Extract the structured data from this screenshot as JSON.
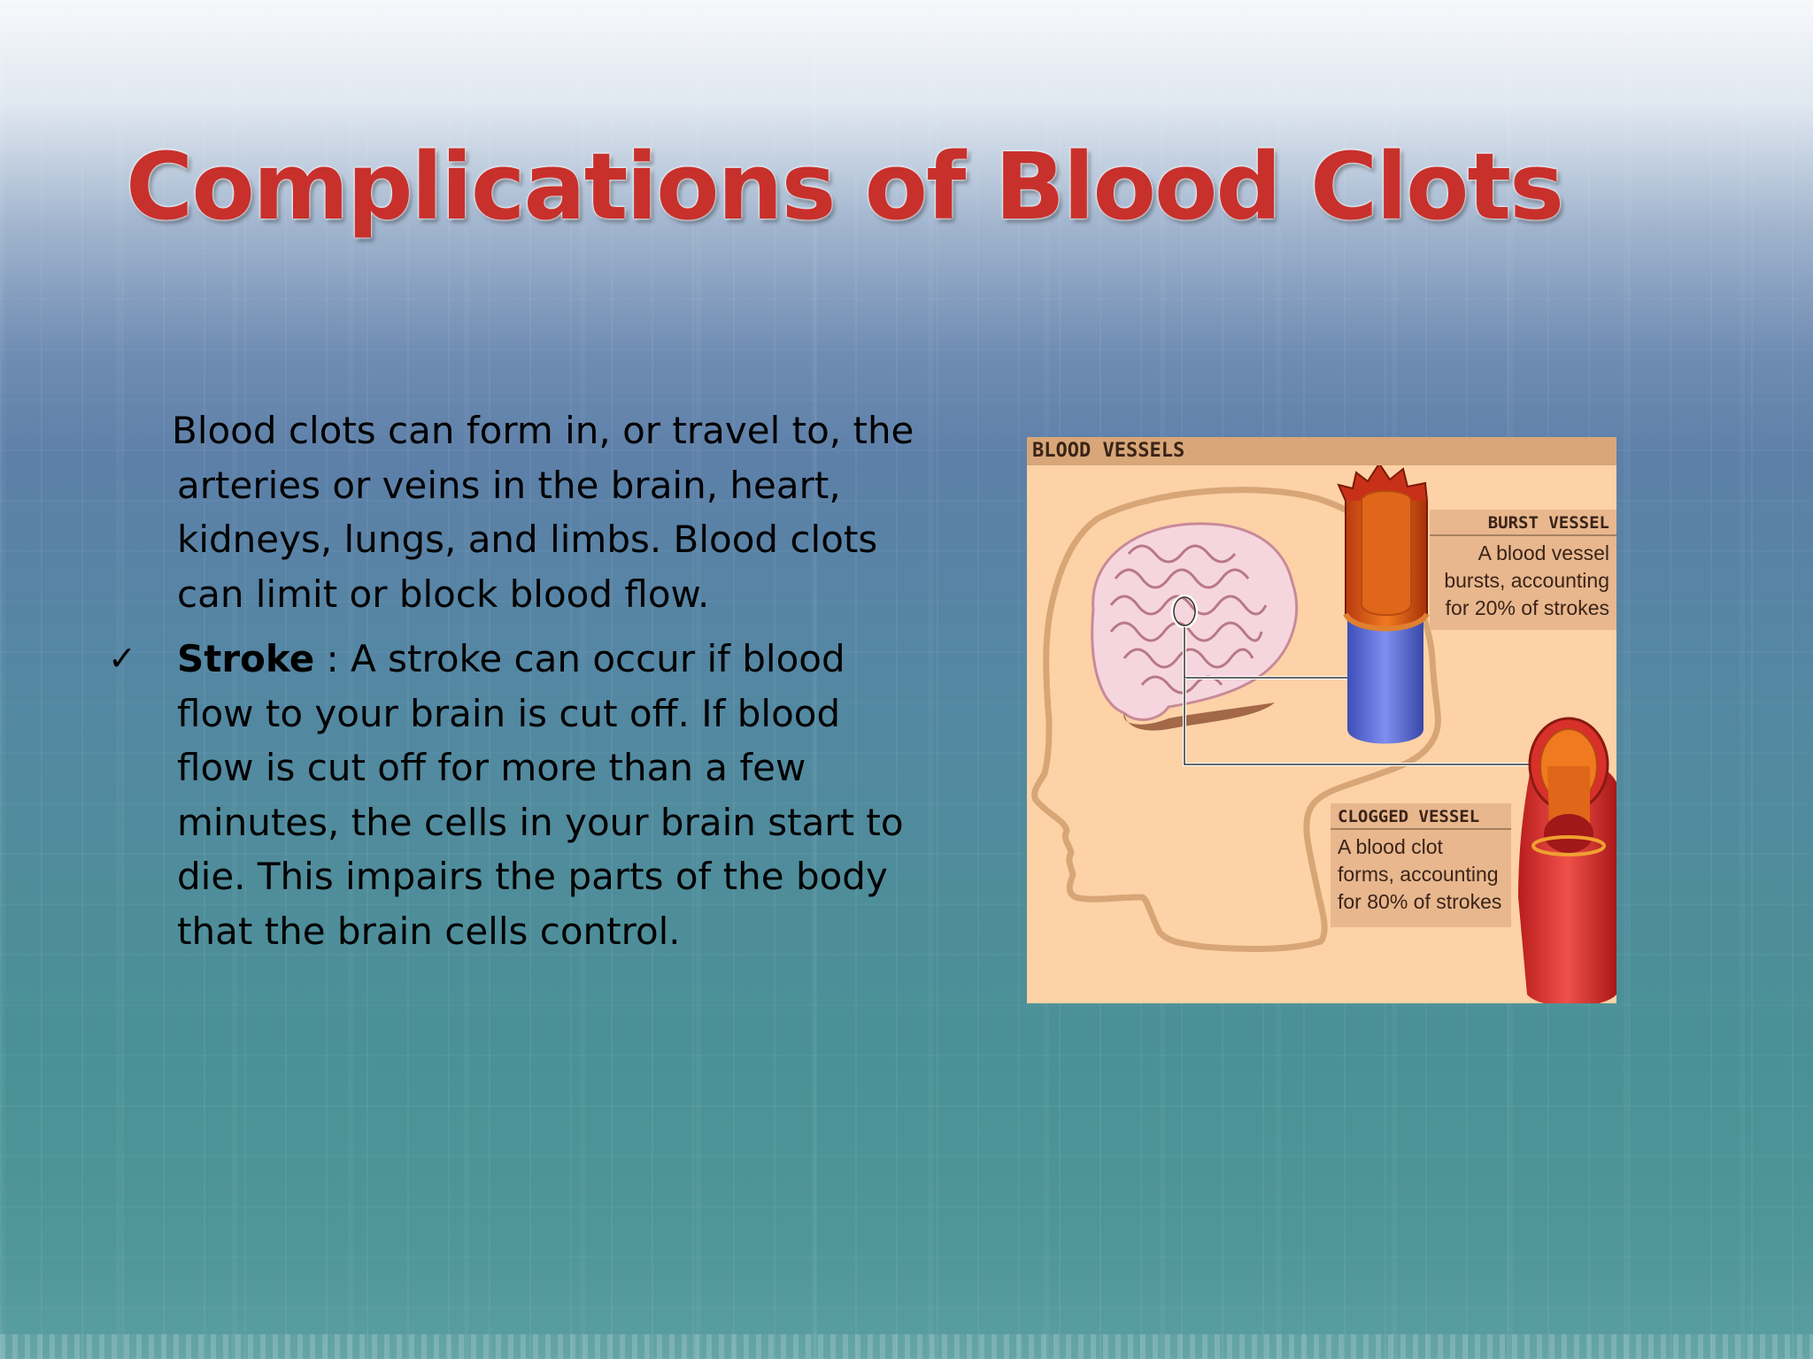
{
  "slide": {
    "title": "Complications of Blood Clots",
    "intro": "Blood clots can form in, or travel to, the arteries or veins in the brain, heart, kidneys, lungs, and limbs. Blood clots can limit or block blood flow.",
    "bullets": [
      {
        "icon": "checkmark-icon",
        "term": "Stroke",
        "text": " : A stroke can occur if blood flow to your brain is cut off. If blood flow is cut off for more than a few minutes, the cells in your brain start to die. This impairs the parts of the body that the brain cells control."
      }
    ]
  },
  "figure": {
    "header": "BLOOD VESSELS",
    "burst": {
      "title": "BURST VESSEL",
      "text": "A blood vessel bursts, accounting for 20% of strokes"
    },
    "clogged": {
      "title": "CLOGGED VESSEL",
      "text": "A blood clot forms, accounting for 80% of strokes"
    },
    "colors": {
      "background": "#fdd2a6",
      "vein": "#5b6fd8",
      "artery": "#d8302a",
      "brain": "#f6d6de"
    }
  },
  "theme": {
    "title_color": "#c8302c"
  }
}
